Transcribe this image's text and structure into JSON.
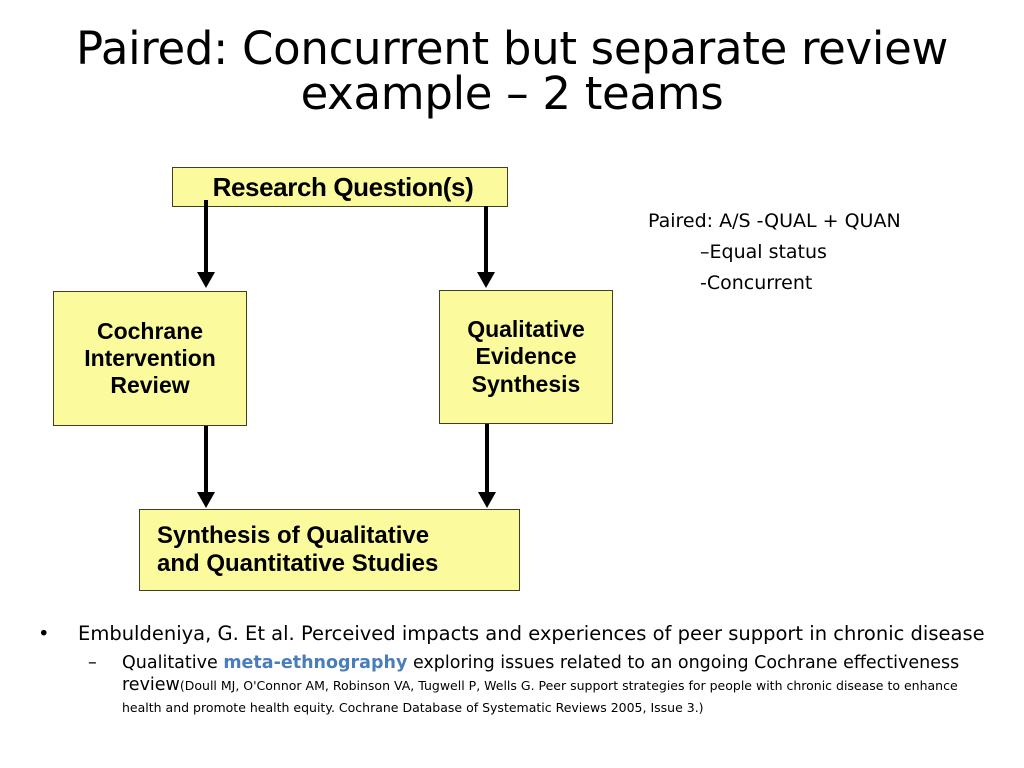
{
  "slide": {
    "title": "Paired: Concurrent but separate review\nexample – 2 teams",
    "background_color": "#ffffff"
  },
  "colors": {
    "box_fill": "#fbfb9e",
    "box_border": "#3f3f22",
    "arrow": "#000000",
    "highlight_blue": "#4a7ebb",
    "text": "#000000"
  },
  "flowchart": {
    "type": "flow-diagram",
    "boxes": [
      {
        "id": "research-question",
        "label": "Research Question(s)"
      },
      {
        "id": "cochrane-intervention-review",
        "label": "Cochrane\nIntervention\nReview"
      },
      {
        "id": "qualitative-evidence-synthesis",
        "label": "Qualitative\nEvidence\nSynthesis"
      },
      {
        "id": "synthesis",
        "label": "Synthesis of Qualitative\nand Quantitative Studies"
      }
    ],
    "arrows": [
      {
        "from": "research-question",
        "to": "cochrane-intervention-review"
      },
      {
        "from": "research-question",
        "to": "qualitative-evidence-synthesis"
      },
      {
        "from": "cochrane-intervention-review",
        "to": "synthesis"
      },
      {
        "from": "qualitative-evidence-synthesis",
        "to": "synthesis"
      }
    ]
  },
  "side_note": {
    "line1": "Paired: A/S -QUAL + QUAN",
    "line2": "–Equal status",
    "line3": "-Concurrent"
  },
  "bullets": {
    "level1": "Embuldeniya, G. Et al. Perceived impacts and experiences of peer support in chronic disease",
    "level1_marker": "•",
    "level2_marker": "–",
    "level2_pre": "Qualitative ",
    "level2_highlight": "meta-ethnography",
    "level2_post": " exploring issues related to an ongoing Cochrane effectiveness review",
    "citation_pre": "(Doull MJ, O'Connor AM, Robinson VA, Tugwell P, Wells G. Peer support strategies for people with chronic disease to enhance health and promote health equity. ",
    "citation_journal": "Cochrane Database of Systematic Reviews",
    "citation_post": " 2005, Issue 3.)"
  }
}
